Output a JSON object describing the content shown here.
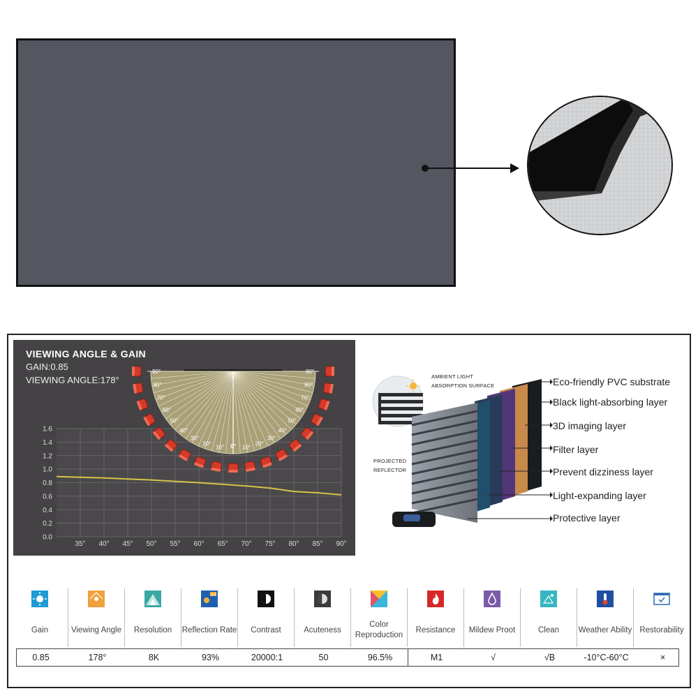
{
  "chart": {
    "title": "VIEWING ANGLE & GAIN",
    "gain_text": "GAIN:0.85",
    "angle_text": "VIEWING ANGLE:178°",
    "zero_label": "0°"
  },
  "chart_data": {
    "type": "line",
    "x": [
      30,
      35,
      40,
      45,
      50,
      55,
      60,
      65,
      70,
      75,
      80,
      85,
      90
    ],
    "values": [
      0.89,
      0.88,
      0.87,
      0.855,
      0.84,
      0.82,
      0.8,
      0.775,
      0.75,
      0.72,
      0.67,
      0.65,
      0.62
    ],
    "x_ticks": [
      "35°",
      "40°",
      "45°",
      "50°",
      "55°",
      "60°",
      "65°",
      "70°",
      "75°",
      "80°",
      "85°",
      "90°"
    ],
    "y_ticks": [
      "0.0",
      "0.2",
      "0.4",
      "0.6",
      "0.8",
      "1.0",
      "1.2",
      "1.4",
      "1.6"
    ],
    "ylim": [
      0,
      1.6
    ],
    "xlim": [
      30,
      90
    ],
    "line_color": "#d9c24a"
  },
  "angles_left": [
    "90°",
    "80°",
    "70°",
    "60°",
    "50°",
    "40°",
    "30°",
    "20°",
    "10°"
  ],
  "angles_right": [
    "90°",
    "80°",
    "70°",
    "60°",
    "50°",
    "40°",
    "30°",
    "20°",
    "10°"
  ],
  "layers": {
    "ambient_line1": "AMBIENT LIGHT",
    "ambient_line2": "ABSORPTION SURFACE",
    "projected_line1": "PROJECTED",
    "projected_line2": "REFLECTOR",
    "labels": [
      "Eco-friendly PVC substrate",
      "Black light-absorbing layer",
      "3D imaging layer",
      "Filter layer",
      "Prevent dizziness layer",
      "Light-expanding layer",
      "Protective layer"
    ]
  },
  "specs": [
    {
      "label": "Gain",
      "value": "0.85",
      "icon": "gain-icon",
      "color": "#1e9ad6"
    },
    {
      "label": "Viewing Angle",
      "value": "178°",
      "icon": "viewing-angle-icon",
      "color": "#f0a03c"
    },
    {
      "label": "Resolution",
      "value": "8K",
      "icon": "resolution-icon",
      "color": "#3aa7a2"
    },
    {
      "label": "Reflection Rate",
      "value": "93%",
      "icon": "reflection-alr-icon",
      "color": "#1f5fb0"
    },
    {
      "label": "Contrast",
      "value": "20000:1",
      "icon": "contrast-icon",
      "color": "#111111"
    },
    {
      "label": "Acuteness",
      "value": "50",
      "icon": "acuteness-icon",
      "color": "#3a3a3a"
    },
    {
      "label": "Color Reproduction",
      "value": "96.5%",
      "icon": "color-reproduction-icon",
      "color": "#e0546a"
    },
    {
      "label": "Resistance",
      "value": "M1",
      "icon": "fire-resistance-icon",
      "color": "#d62828"
    },
    {
      "label": "Mildew Proot",
      "value": "√",
      "icon": "mildew-drop-icon",
      "color": "#7a5ba8"
    },
    {
      "label": "Clean",
      "value": "√B",
      "icon": "clean-icon",
      "color": "#35b7c2"
    },
    {
      "label": "Weather Ability",
      "value": "-10°C-60°C",
      "icon": "thermometer-icon",
      "color": "#1f4fa0"
    },
    {
      "label": "Restorability",
      "value": "×",
      "icon": "restorability-icon",
      "color": "#ffffff"
    }
  ]
}
